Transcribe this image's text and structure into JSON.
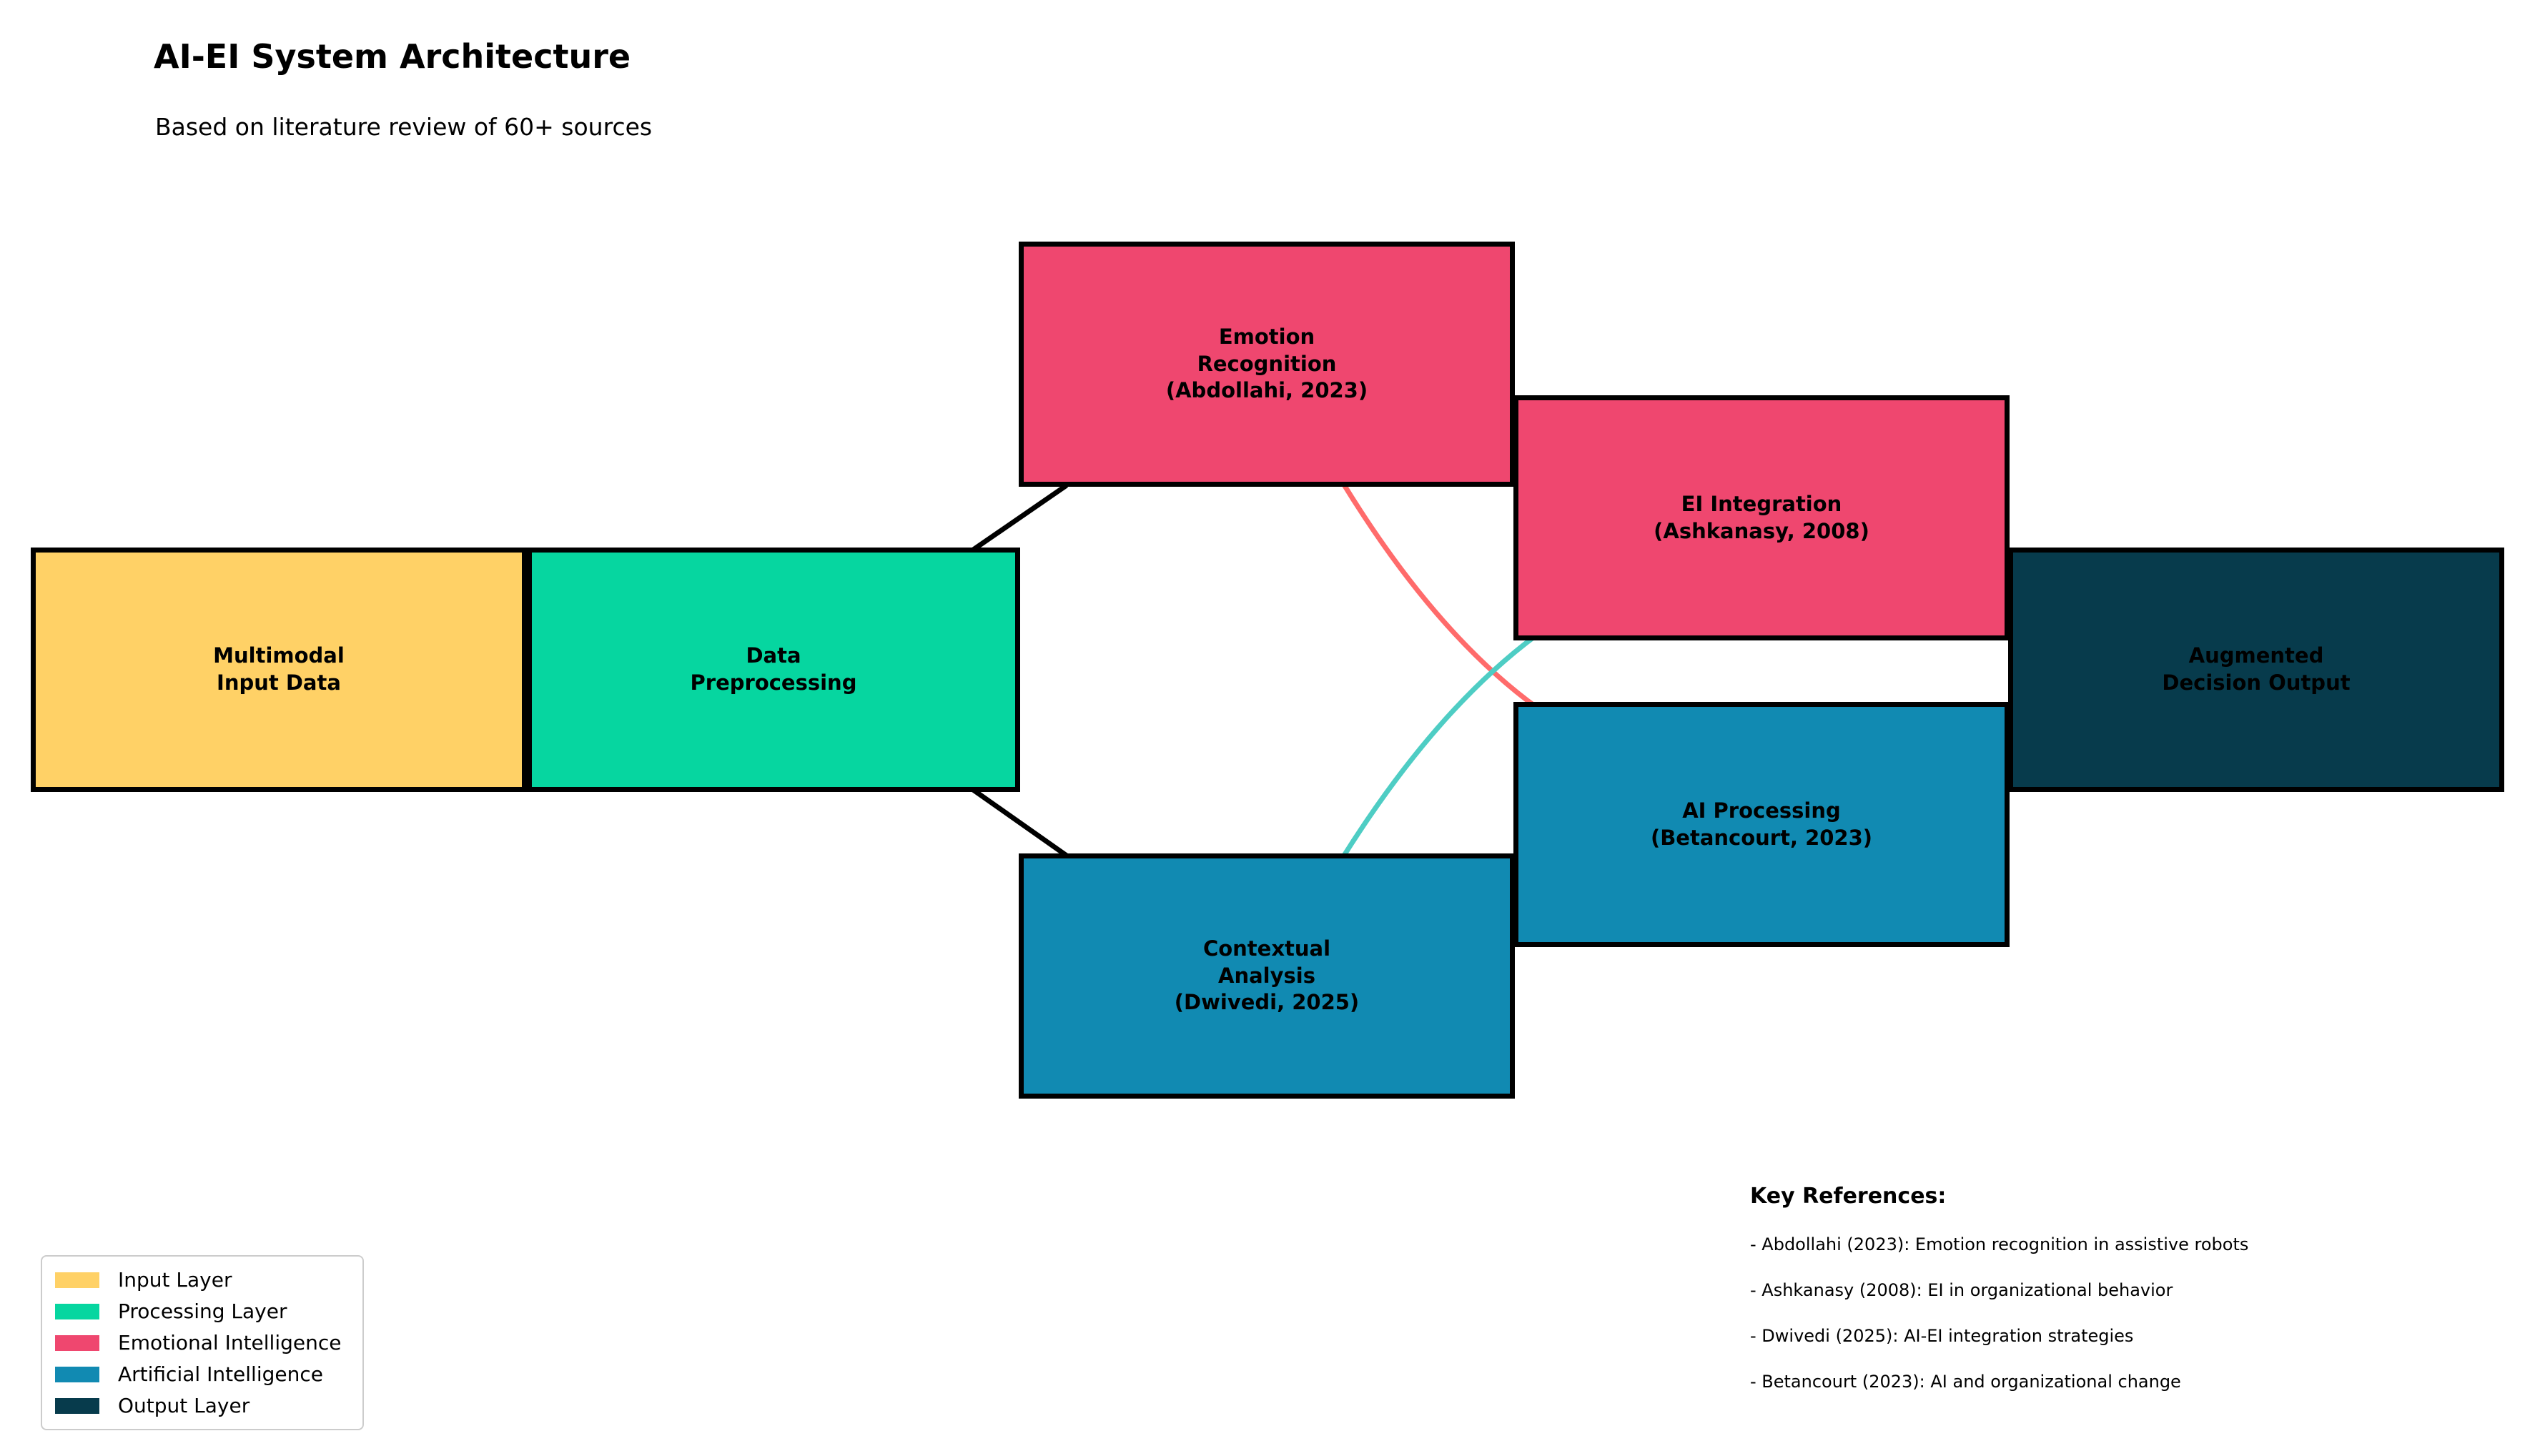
{
  "header": {
    "title": "AI-EI System Architecture",
    "subtitle": "Based on literature review of 60+ sources"
  },
  "nodes": {
    "input": {
      "label": "Multimodal\nInput Data",
      "color": "#FFD166"
    },
    "preprocess": {
      "label": "Data\nPreprocessing",
      "color": "#06D6A0"
    },
    "emotion": {
      "label": "Emotion\nRecognition\n(Abdollahi, 2023)",
      "color": "#EF476F"
    },
    "context": {
      "label": "Contextual\nAnalysis\n(Dwivedi, 2025)",
      "color": "#118AB2"
    },
    "ei": {
      "label": "EI Integration\n(Ashkanasy, 2008)",
      "color": "#EF476F"
    },
    "ai": {
      "label": "AI Processing\n(Betancourt, 2023)",
      "color": "#118AB2"
    },
    "output": {
      "label": "Augmented\nDecision Output",
      "color": "#073B4C"
    }
  },
  "connectors": {
    "black": "#000000",
    "salmon": "#FF6B6B",
    "teal": "#4ECDC4"
  },
  "legend": {
    "items": [
      {
        "label": "Input Layer",
        "color": "#FFD166"
      },
      {
        "label": "Processing Layer",
        "color": "#06D6A0"
      },
      {
        "label": "Emotional Intelligence",
        "color": "#EF476F"
      },
      {
        "label": "Artificial Intelligence",
        "color": "#118AB2"
      },
      {
        "label": "Output Layer",
        "color": "#073B4C"
      }
    ]
  },
  "references": {
    "heading": "Key References:",
    "items": [
      "- Abdollahi (2023): Emotion recognition in assistive robots",
      "- Ashkanasy (2008): EI in organizational behavior",
      "- Dwivedi (2025): AI-EI integration strategies",
      "- Betancourt (2023): AI and organizational change"
    ]
  }
}
